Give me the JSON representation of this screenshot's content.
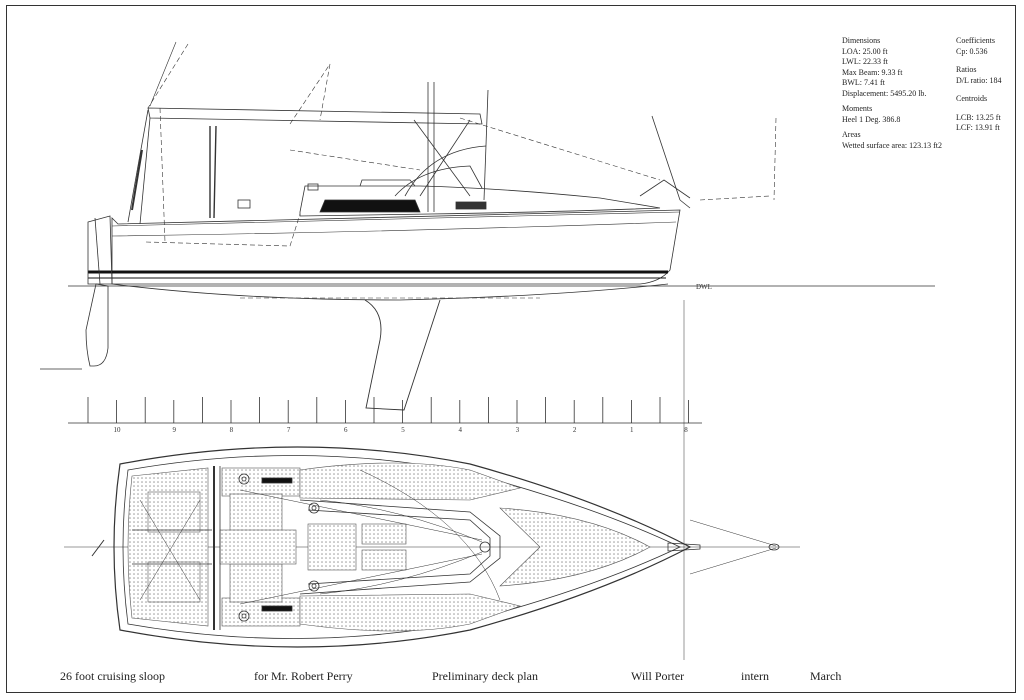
{
  "specs": {
    "dimensions_heading": "Dimensions",
    "dimensions": [
      "LOA: 25.00 ft",
      "LWL: 22.33 ft",
      "Max Beam: 9.33 ft",
      "BWL: 7.41 ft",
      "Displacement: 5495.20 lb."
    ],
    "moments_heading": "Moments",
    "moments": [
      "Heel 1 Deg. 386.8"
    ],
    "areas_heading": "Areas",
    "areas": [
      "Wetted surface area: 123.13 ft2"
    ],
    "coefficients_heading": "Coefficients",
    "coefficients": [
      "Cp: 0.536"
    ],
    "ratios_heading": "Ratios",
    "ratios": [
      "D/L ratio: 184"
    ],
    "centroids_heading": "Centroids",
    "centroids": [
      "LCB: 13.25 ft",
      "LCF: 13.91 ft"
    ]
  },
  "waterline_label": "DWL",
  "stations": [
    "10",
    "9",
    "8",
    "7",
    "6",
    "5",
    "4",
    "3",
    "2",
    "1",
    "8"
  ],
  "title_block": {
    "description": "26 foot cruising sloop",
    "client": "for Mr. Robert Perry",
    "sheet": "Preliminary deck plan",
    "designer": "Will Porter",
    "role": "intern",
    "date": "March"
  }
}
